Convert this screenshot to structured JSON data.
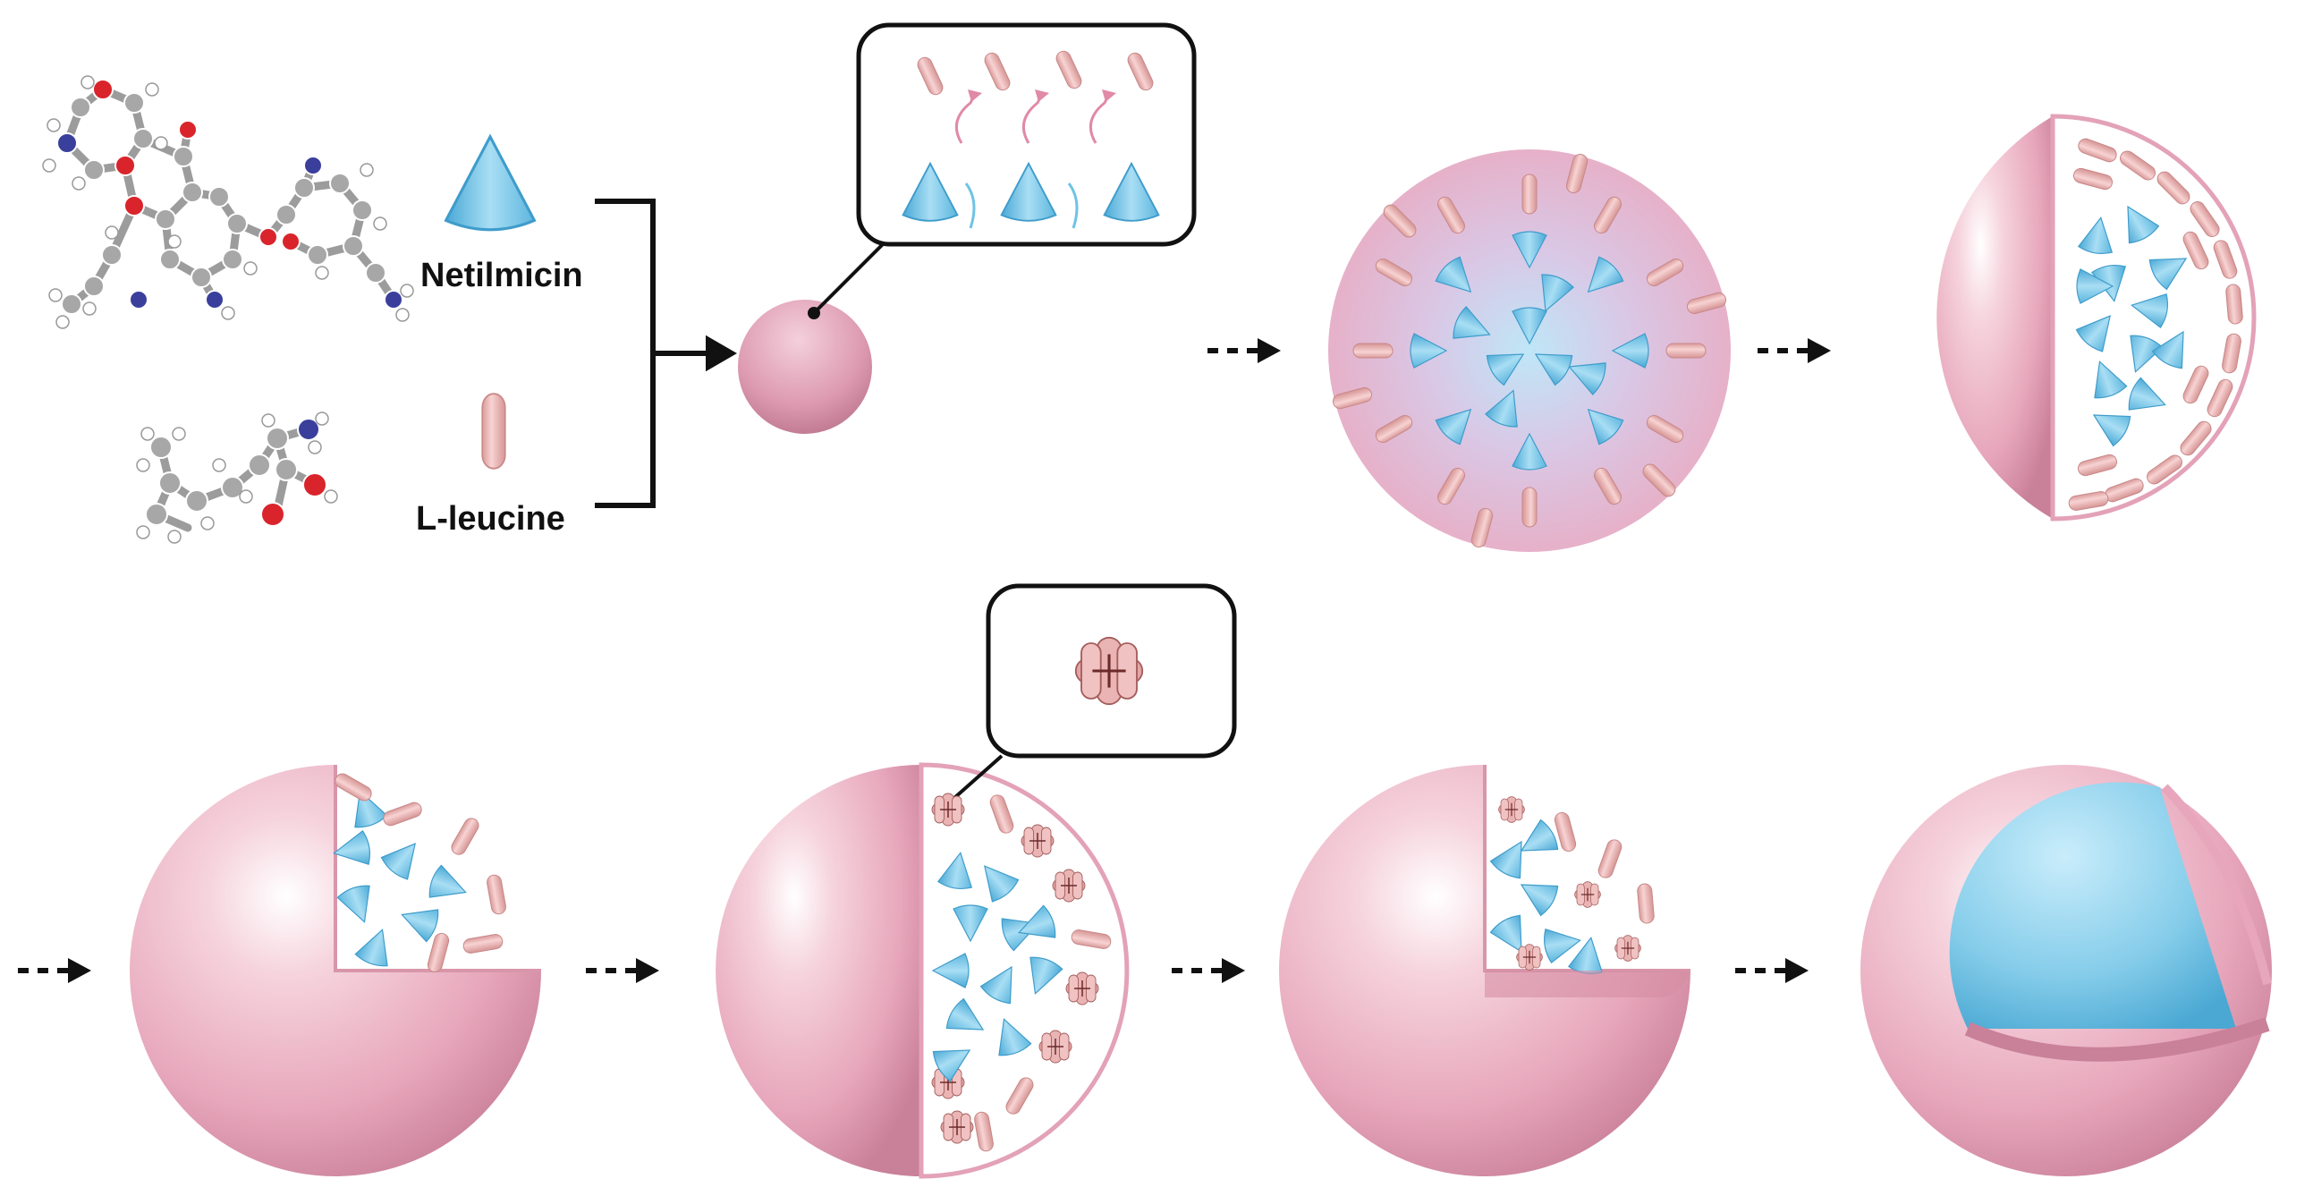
{
  "labels": {
    "netilmicin": "Netilmicin",
    "leucine": "L-leucine"
  },
  "colors": {
    "shell_pink": "#e9a9bd",
    "shell_pink_dark": "#c98099",
    "shell_highlight": "#ffffff",
    "interior_white": "#ffffff",
    "netilmicin_blue": "#7fcbe8",
    "netilmicin_blue_dark": "#3fa7d4",
    "leucine_rod": "#f0bcbc",
    "leucine_rod_dark": "#d99a9a",
    "arrow": "#111111",
    "atom_carbon": "#a7a7a7",
    "atom_oxygen": "#d9242b",
    "atom_nitrogen": "#3a3f9c",
    "atom_hydrogen": "#ffffff"
  },
  "icons": {
    "netilmicin_symbol": "blue-cone",
    "leucine_symbol": "pink-capsule",
    "process_step": "dashed-arrow"
  }
}
